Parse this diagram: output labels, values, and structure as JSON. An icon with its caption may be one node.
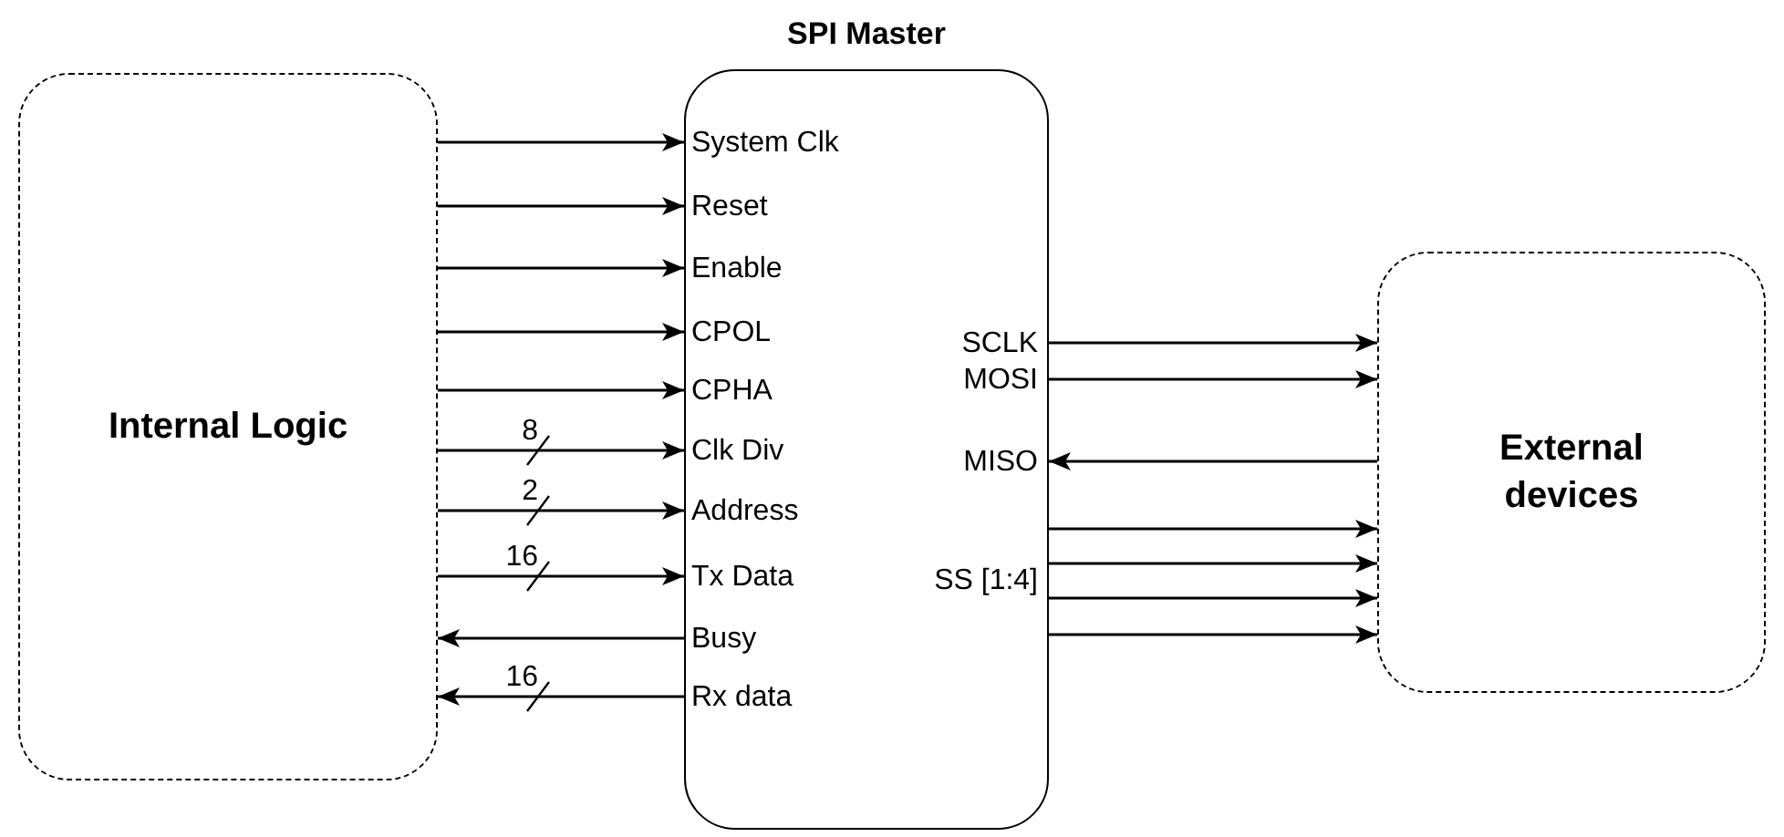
{
  "diagram": {
    "nodes": [
      {
        "text": [
          "Internal Logic"
        ]
      },
      {
        "text": [
          "SPI Master"
        ]
      },
      {
        "text": [
          "System Clk"
        ],
        "in": 1
      },
      {
        "text": [
          "Reset"
        ],
        "in": 1
      },
      {
        "text": [
          "Enable"
        ],
        "in": 1
      },
      {
        "text": [
          "CPOL"
        ],
        "in": 1
      },
      {
        "text": [
          "CPHA"
        ],
        "in": 1
      },
      {
        "text": [
          "Clk Div"
        ],
        "in": 1
      },
      {
        "text": [
          "Address"
        ],
        "in": 1
      },
      {
        "text": [
          "Tx Data"
        ],
        "in": 1
      },
      {
        "text": [
          "Busy"
        ],
        "in": 1
      },
      {
        "text": [
          "Rx data"
        ],
        "in": 1
      },
      {
        "text": [
          "SCLK"
        ],
        "in": 1
      },
      {
        "text": [
          "MOSI"
        ],
        "in": 1
      },
      {
        "text": [
          "MISO"
        ],
        "in": 1
      },
      {
        "text": [
          "SS [1:4]"
        ],
        "in": 1
      },
      {
        "text": [
          "External devices"
        ]
      }
    ],
    "edges": [
      {
        "from": 0,
        "to": 2,
        "arrow": "to"
      },
      {
        "from": 0,
        "to": 3,
        "arrow": "to"
      },
      {
        "from": 0,
        "to": 4,
        "arrow": "to"
      },
      {
        "from": 0,
        "to": 5,
        "arrow": "to"
      },
      {
        "from": 0,
        "to": 6,
        "arrow": "to"
      },
      {
        "from": 0,
        "to": 7,
        "arrow": "to",
        "label": "8"
      },
      {
        "from": 0,
        "to": 8,
        "arrow": "to",
        "label": "2"
      },
      {
        "from": 0,
        "to": 9,
        "arrow": "to",
        "label": "16"
      },
      {
        "from": 10,
        "to": 0,
        "arrow": "to"
      },
      {
        "from": 11,
        "to": 0,
        "arrow": "to",
        "label": "16"
      },
      {
        "from": 12,
        "to": 16,
        "arrow": "to"
      },
      {
        "from": 13,
        "to": 16,
        "arrow": "to"
      },
      {
        "from": 16,
        "to": 14,
        "arrow": "to"
      },
      {
        "from": 15,
        "to": 16,
        "arrow": "to"
      },
      {
        "from": 15,
        "to": 16,
        "arrow": "to"
      },
      {
        "from": 15,
        "to": 16,
        "arrow": "to"
      },
      {
        "from": 15,
        "to": 16,
        "arrow": "to"
      }
    ]
  }
}
